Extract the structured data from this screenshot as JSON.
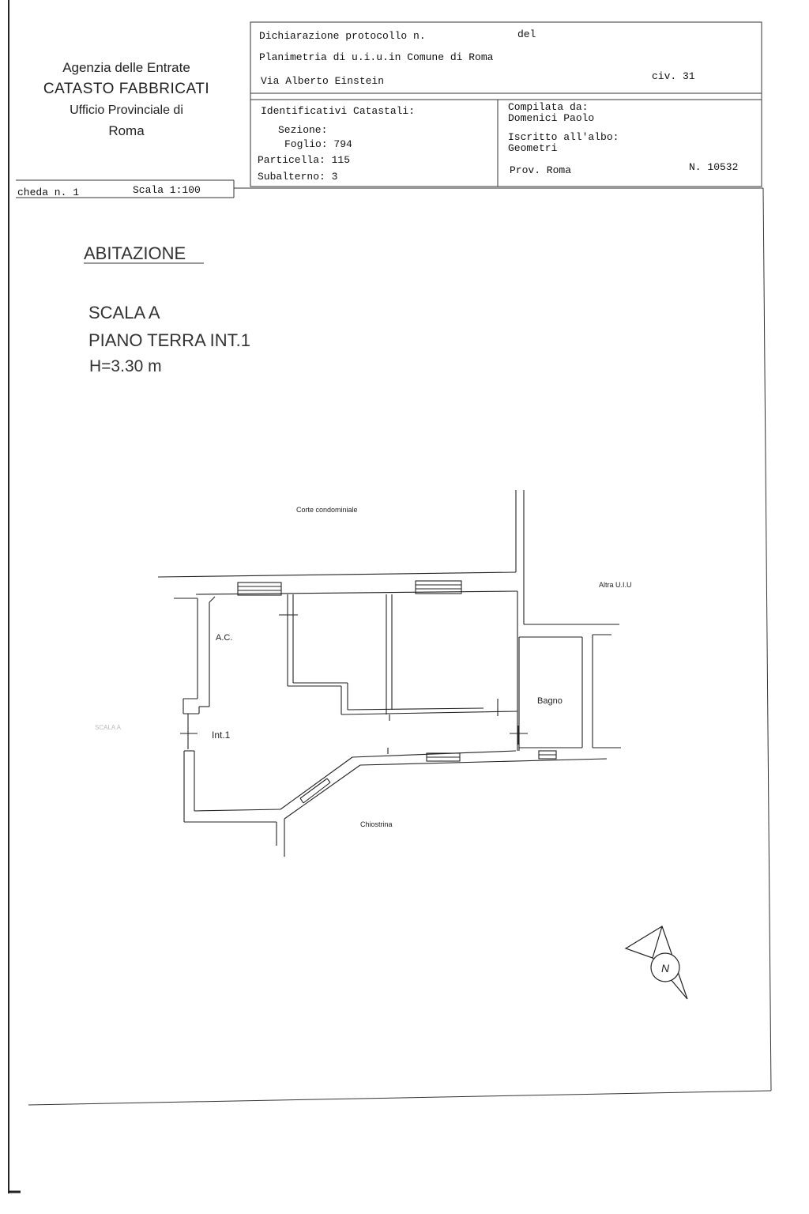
{
  "agency": {
    "line1": "Agenzia delle Entrate",
    "line2": "CATASTO FABBRICATI",
    "line3": "Ufficio Provinciale di",
    "line4": "Roma"
  },
  "header": {
    "protocol_label": "Dichiarazione protocollo n.",
    "protocol_del": "del",
    "planimetria": "Planimetria di u.i.u.in Comune di Roma",
    "street": "Via Alberto Einstein",
    "civic": "civ. 31"
  },
  "cadastral": {
    "title": "Identificativi Catastali:",
    "sezione": "Sezione:",
    "foglio": "Foglio: 794",
    "particella": "Particella: 115",
    "subalterno": "Subalterno: 3"
  },
  "compiler": {
    "label": "Compilata da:",
    "name": "Domenici Paolo",
    "albo_label": "Iscritto all'albo:",
    "albo_value": "Geometri",
    "prov": "Prov. Roma",
    "number": "N. 10532"
  },
  "sheet": {
    "scheda": "cheda n. 1",
    "scala": "Scala 1:100"
  },
  "drawing": {
    "heading": "ABITAZIONE",
    "scala_a": "SCALA A",
    "piano": "PIANO TERRA INT.1",
    "height": "H=3.30 m"
  },
  "plan": {
    "corte": "Corte condominiale",
    "altra": "Altra U.I.U",
    "ac": "A.C.",
    "bagno": "Bagno",
    "int1": "Int.1",
    "scala_side": "SCALA A",
    "chiostrina": "Chiostrina",
    "north": "N"
  }
}
